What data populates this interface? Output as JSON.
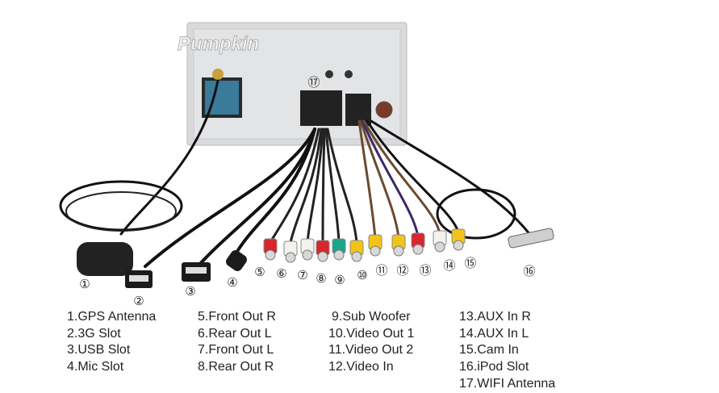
{
  "brand": "Pumpkin",
  "callouts": [
    "①",
    "②",
    "③",
    "④",
    "⑤",
    "⑥",
    "⑦",
    "⑧",
    "⑨",
    "⑩",
    "⑪",
    "⑫",
    "⑬",
    "⑭",
    "⑮",
    "⑯",
    "⑰"
  ],
  "plug_colors": {
    "red": "#d8262e",
    "white": "#f2f2ee",
    "green": "#1aa58a",
    "yellow": "#f3c418",
    "black": "#1b1b1b",
    "unit": "#d9dadc"
  },
  "legend": {
    "col1": [
      "1.GPS Antenna",
      "2.3G Slot",
      "3.USB Slot",
      "4.Mic Slot"
    ],
    "col2": [
      "5.Front Out R",
      "6.Rear Out L",
      "7.Front Out L",
      "8.Rear Out R"
    ],
    "col3": [
      "9.Sub Woofer",
      "10.Video Out 1",
      "11.Video Out 2",
      "12.Video In"
    ],
    "col4": [
      "13.AUX In R",
      "14.AUX In L",
      "15.Cam In",
      "16.iPod Slot",
      "17.WIFI Antenna"
    ]
  }
}
